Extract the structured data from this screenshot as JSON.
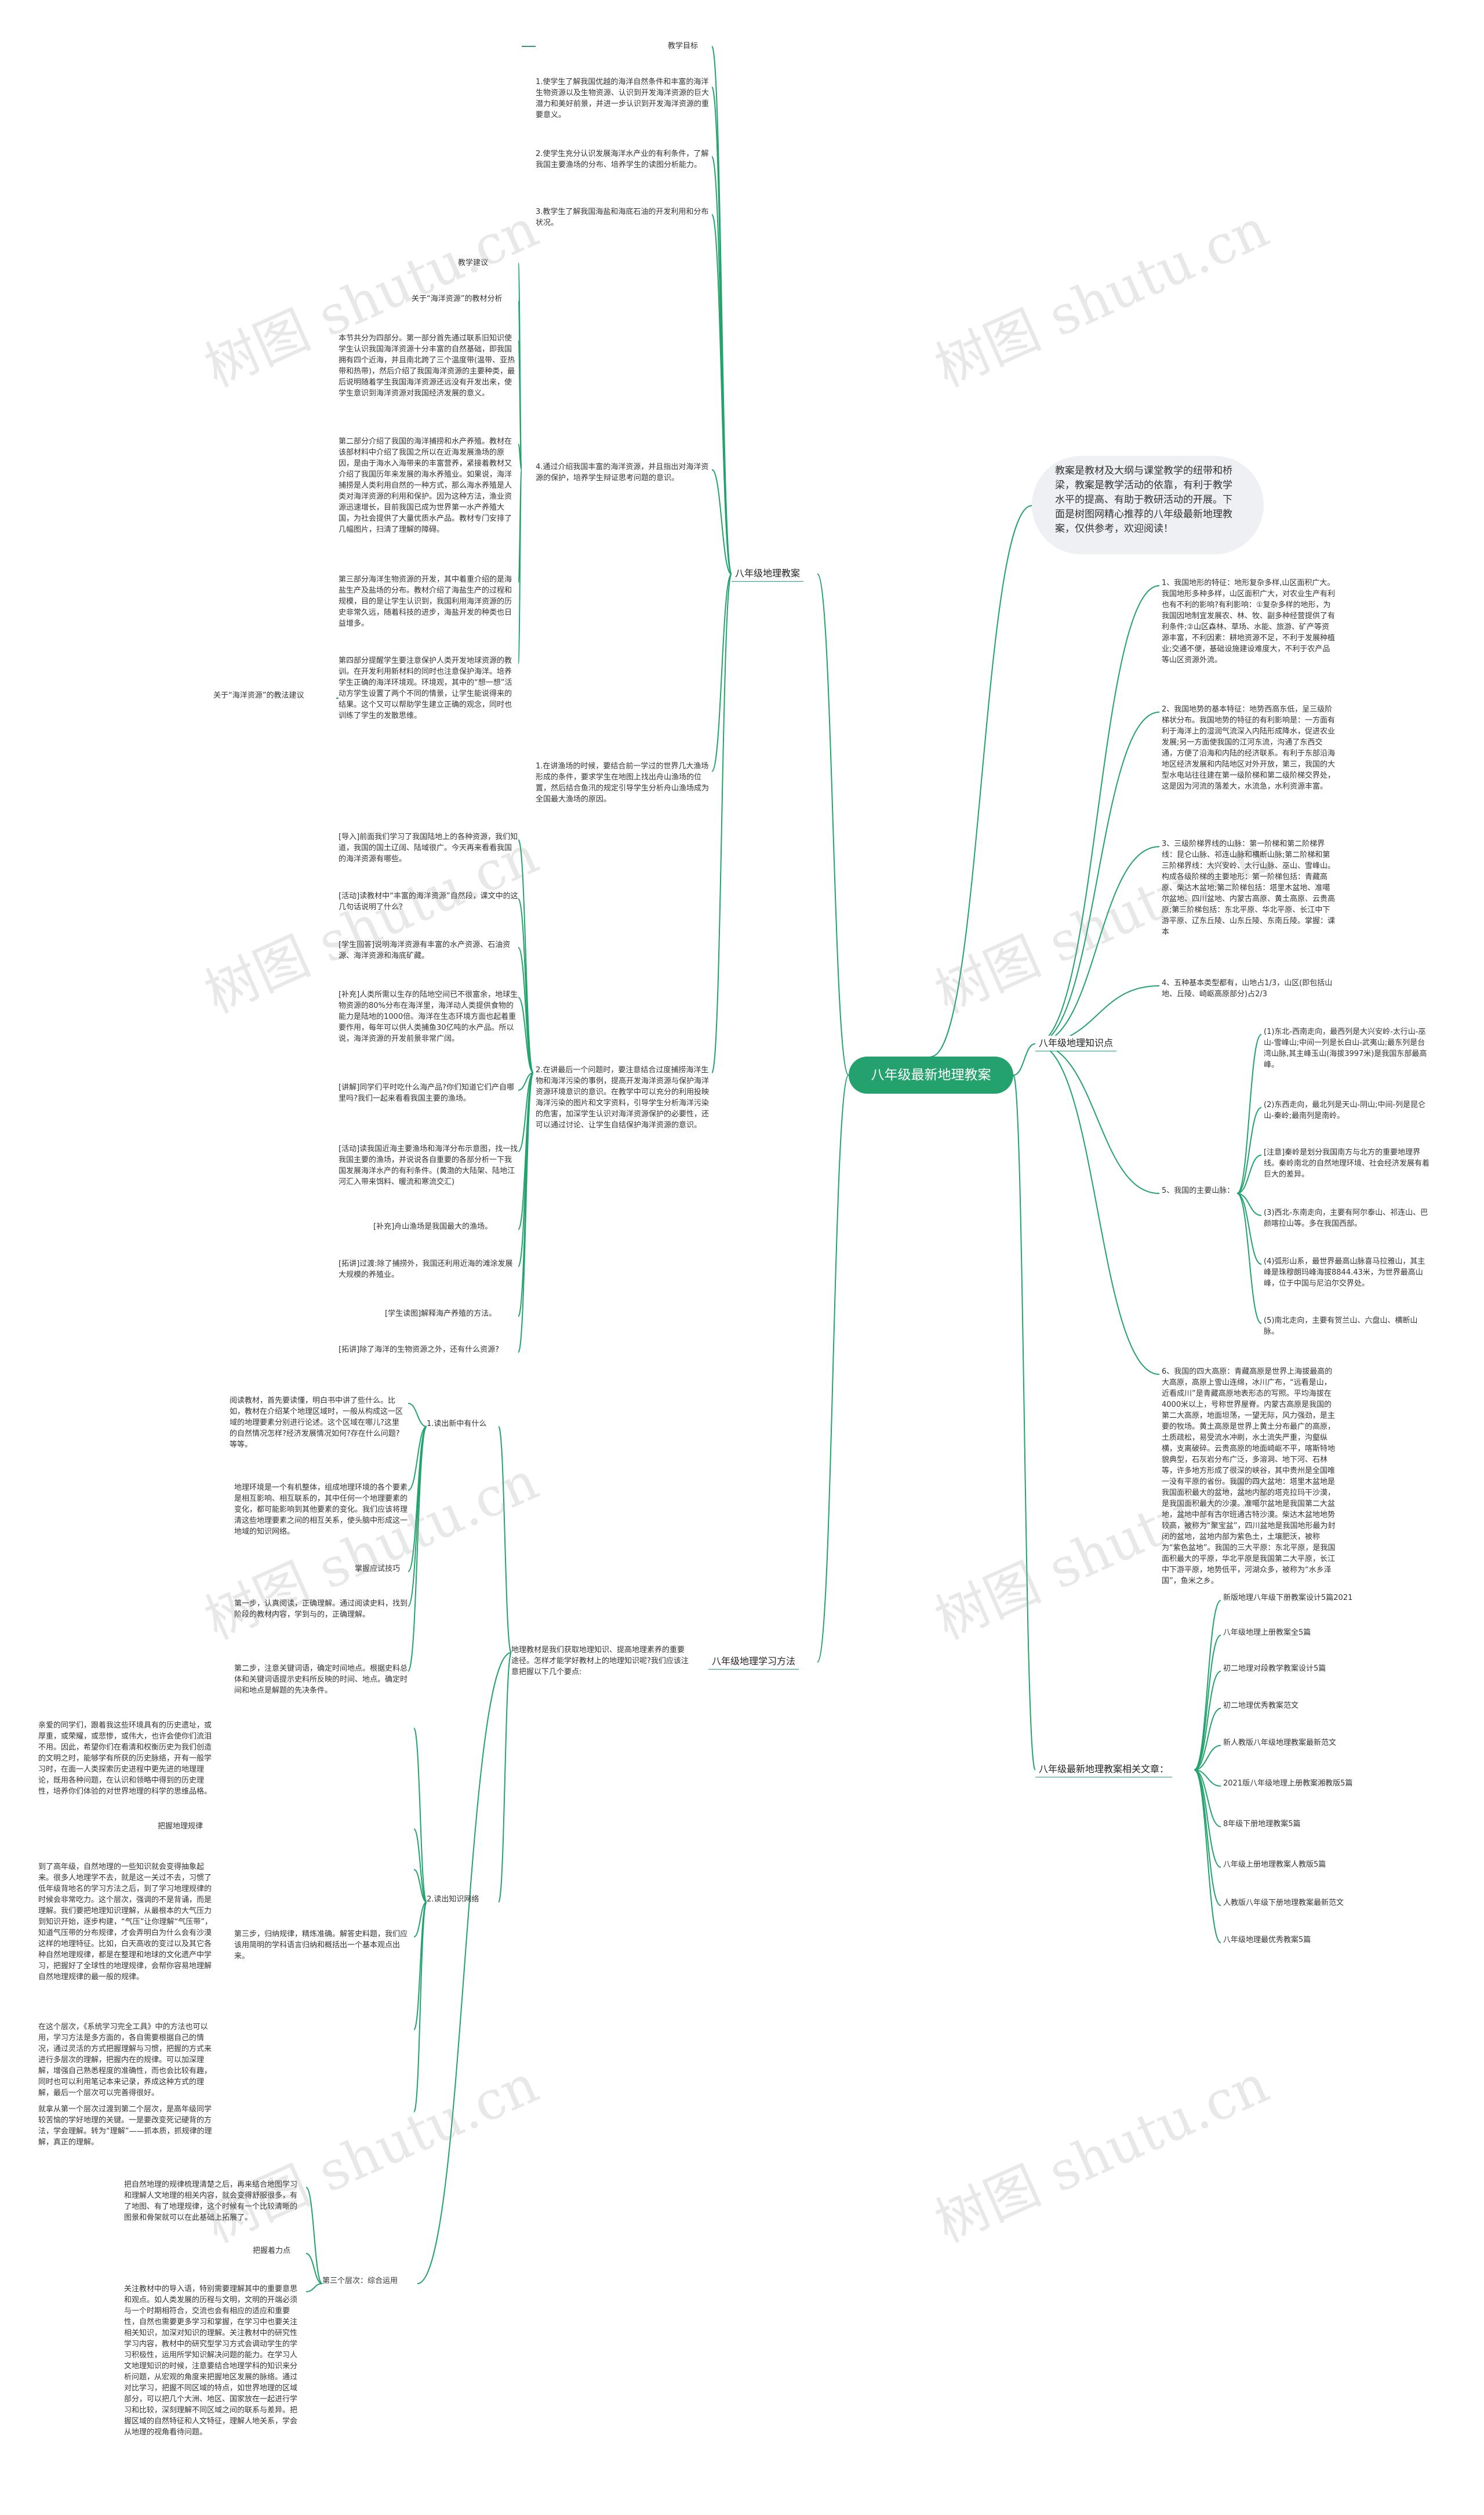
{
  "center": "八年级最新地理教案",
  "intro": "教案是教材及大纲与课堂教学的纽带和桥梁，教案是教学活动的依靠，有利于教学水平的提高、有助于教研活动的开展。下面是树图网精心推荐的八年级最新地理教案，仅供参考，欢迎阅读！",
  "watermark": "树图 shutu.cn",
  "branches": {
    "teach": "八年级地理教案",
    "knowledge": "八年级地理知识点",
    "method": "八年级地理学习方法",
    "related": "八年级最新地理教案相关文章："
  },
  "teach": {
    "goals_label": "教学目标",
    "goal1": "1.使学生了解我国优越的海洋自然条件和丰富的海洋生物资源以及生物资源、认识到开发海洋资源的巨大潜力和美好前景，并进一步认识到开发海洋资源的重要意义。",
    "goal2": "2.使学生充分认识发展海洋水产业的有利条件，了解我国主要渔场的分布、培养学生的读图分析能力。",
    "goal3": "3.教学生了解我国海盐和海底石油的开发利用和分布状况。",
    "suggest_label": "教学建议",
    "analysis_label": "关于“海洋资源”的教材分析",
    "analysis1": "本节共分为四部分。第一部分首先通过联系旧知识使学生认识我国海洋资源十分丰富的自然基础，即我国拥有四个近海，并且南北跨了三个温度带(温带、亚热带和热带)，然后介绍了我国海洋资源的主要种类，最后说明随着学生我国海洋资源还远没有开发出来，使学生意识到海洋资源对我国经济发展的意义。",
    "analysis2": "第二部分介绍了我国的海洋捕捞和水产养殖。教材在该部材料中介绍了我国之所以在近海发展渔场的原因，是由于海水入海带来的丰富营养，紧接着教材又介绍了我国历年来发展的海水养殖业。如果说，海洋捕捞是人类利用自然的一种方式，那么海水养殖是人类对海洋资源的利用和保护。因为这种方法，渔业资源迅速增长，目前我国已成为世界第一水产养殖大国，为社会提供了大量优质水产品。教材专门安排了几幅图片，扫清了理解的障碍。",
    "analysis3": "第三部分海洋生物资源的开发，其中着重介绍的是海盐生产及盐场的分布。教材介绍了海盐生产的过程和规模，目的是让学生认识到，我国利用海洋资源的历史非常久远，随着科技的进步，海盐开发的种类也日益增多。",
    "analysis4": "第四部分提醒学生要注意保护人类开发地球资源的教训。在开发利用新材料的同时也注意保护海洋。培养学生正确的海洋环境观。环境观，其中的“想一想”活动方学生设置了两个不同的情景，让学生能说得来的结果。这个又可以帮助学生建立正确的观念，同时也训练了学生的发散思维。",
    "method_label": "关于“海洋资源”的教法建议",
    "point4": "4.通过介绍我国丰富的海洋资源，并且指出对海洋资源的保护，培养学生辩证思考问题的意识。",
    "hint1": "1.在讲渔场的时候，要结合前一学过的世界几大渔场形成的条件，要求学生在地图上找出舟山渔场的位置，然后结合鱼汛的规定引导学生分析舟山渔场成为全国最大渔场的原因。",
    "dialog1": "[导入]前面我们学习了我国陆地上的各种资源，我们知道，我国的国土辽阔、陆域很广。今天再来看看我国的海洋资源有哪些。",
    "dialog2": "[活动]读教材中“丰富的海洋资源”自然段，课文中的这几句话说明了什么？",
    "dialog3": "[学生回答]说明海洋资源有丰富的水产资源、石油资源、海洋资源和海底矿藏。",
    "dialog4": "[补充]人类所需以生存的陆地空间已不很富余，地球生物资源的80%分布在海洋里，海洋动人类提供食物的能力是陆地的1000倍。海洋在生态环境方面也起着重要作用，每年可以供人类捕鱼30亿吨的水产品。所以说，海洋资源的开发前景非常广阔。",
    "dialog5": "[讲解]同学们平时吃什么海产品?你们知道它们产自哪里吗?我们一起来看看我国主要的渔场。",
    "dialog6": "[活动]读我国近海主要渔场和海洋分布示意图，找一找我国主要的渔场，并说说各自重要的各部分析一下我国发展海洋水产的有利条件。(黄渤的大陆架、陆地江河汇入带来饵料、暖流和寒流交汇)",
    "dialog7": "[补充]舟山渔场是我国最大的渔场。",
    "dialog8": "[拓讲]过渡:除了捕捞外，我国还利用近海的滩涂发展大规模的养殖业。",
    "dialog9": "[学生读图]解释海产养殖的方法。",
    "dialog10": "[拓讲]除了海洋的生物资源之外，还有什么资源?",
    "hint2": "2.在讲最后一个问题时，要注意结合过度捕捞海洋生物和海洋污染的事例，提高开发海洋资源与保护海洋资源环境意识的意识。在教学中可以充分的利用投映海洋污染的图片和文字资料，引导学生分析海洋污染的危害，加深学生认识对海洋资源保护的必要性，还可以通过讨论、让学生自结保护海洋资源的意识。"
  },
  "knowledge": {
    "k1": "1、我国地形的特征：地形复杂多样,山区面积广大。我国地形多种多样，山区面积广大，对农业生产有利也有不利的影响?有利影响：①复杂多样的地形，为我国因地制宜发展农、林、牧、副多种经营提供了有利条件;②山区森林、草场、水能、旅游、矿产等资源丰富，不利因素：耕地资源不足，不利于发展种植业;交通不便，基础设施建设难度大，不利于农产品等山区资源外流。",
    "k2": "2、我国地势的基本特征：地势西高东低，呈三级阶梯状分布。我国地势的特征的有利影响是：一方面有利于海洋上的湿润气流深入内陆形成降水，促进农业发展;另一方面使我国的江河东流，沟通了东西交通，方便了沿海和内陆的经济联系。有利于东部沿海地区经济发展和内陆地区对外开放，第三，我国的大型水电站往往建在第一级阶梯和第二级阶梯交界处，这是因为河流的落差大，水流急，水利资源丰富。",
    "k3": "3、三级阶梯界线的山脉：第一阶梯和第二阶梯界线：昆仑山脉、祁连山脉和横断山脉;第二阶梯和第三阶梯界线：大兴安岭、太行山脉、巫山、雪峰山。构成各级阶梯的主要地形：第一阶梯包括：青藏高原、柴达木盆地;第二阶梯包括：塔里木盆地、准噶尔盆地、四川盆地、内蒙古高原、黄土高原、云贵高原;第三阶梯包括：东北平原、华北平原、长江中下游平原、辽东丘陵、山东丘陵、东南丘陵。掌握：课本",
    "k4": "4、五种基本类型都有，山地占1/3，山区(即包括山地、丘陵、崎岖高原部分)占2/3",
    "k5": "5、我国的主要山脉：",
    "m1": "(1)东北-西南走向，最西列是大兴安岭-太行山-巫山-雪峰山;中间一列是长白山-武夷山;最东列是台湾山脉,其主峰玉山(海拔3997米)是我国东部最高峰。",
    "m2": "(2)东西走向，最北列是天山-阴山;中间-列是昆仑山-秦岭;最南列是南岭。",
    "m3": "[注意]秦岭是划分我国南方与北方的重要地理界线。秦岭南北的自然地理环境、社会经济发展有着巨大的差异。",
    "m4": "(3)西北-东南走向，主要有阿尔泰山、祁连山、巴颜喀拉山等。多在我国西部。",
    "m5": "(4)弧形山系，最世界最高山脉喜马拉雅山，其主峰是珠穆朗玛峰海拔8844.43米，为世界最高山峰，位于中国与尼泊尔交界处。",
    "m6": "(5)南北走向，主要有贺兰山、六盘山、横断山脉。",
    "k6": "6、我国的四大高原：青藏高原是世界上海拔最高的大高原，高原上雪山连绵，冰川广布，“远看是山，近看成川”是青藏高原地表形态的写照。平均海拔在4000米以上，号称世界屋脊。内蒙古高原是我国的第二大高原，地面坦荡，一望无际，风力强劲，是主要的牧场。黄土高原是世界上黄土分布最广的高原，土质疏松，易受流水冲刷，水土流失严重，沟壑纵横，支离破碎。云贵高原的地面崎岖不平，喀斯特地貌典型，石灰岩分布广泛，多溶洞、地下河、石林等，许多地方形成了很深的峡谷，其中贵州是全国唯一没有平原的省份。我国的四大盆地：塔里木盆地是我国面积最大的盆地，盆地内部的塔克拉玛干沙漠，是我国面积最大的沙漠。准噶尔盆地是我国第二大盆地，盆地中部有古尔班通古特沙漠。柴达木盆地地势较高，被称为“聚宝盆”，四川盆地是我国地形最为封闭的盆地，盆地内部为紫色土，土壤肥沃，被称为“紫色盆地”。我国的三大平原：东北平原，是我国面积最大的平原，华北平原是我国第二大平原，长江中下游平原，地势低平，河湖众多，被称为“水乡泽国”，鱼米之乡。"
  },
  "method": {
    "intro": "地理教材是我们获取地理知识、提高地理素养的重要途径。怎样才能学好教材上的地理知识呢?我们应该注意把握以下几个要点:",
    "s1": "1.读出新中有什么",
    "s1a": "阅读教材，首先要读懂，明白书中讲了些什么。比如，教材在介绍某个地理区域时，一般从构成这一区域的地理要素分别进行论述。这个区域在哪儿?这里的自然情况怎样?经济发展情况如何?存在什么问题?等等。",
    "s1b": "地理环境是一个有机整体，组成地理环境的各个要素是相互影响、相互联系的，其中任何一个地理要素的变化，都可能影响到其他要素的变化。我们应该将理清这些地理要素之间的相互关系，使头脑中形成这一地域的知识网络。",
    "s2_label": "掌握应试技巧",
    "s2a": "第一步，认真阅读，正确理解。通过阅读史料，找到阶段的教材内容，学到与的，正确理解。",
    "s2b": "第二步，注意关键词语，确定时间地点。根据史料总体和关键词语提示史料所反映的时间、地点。确定时间和地点是解题的先决条件。",
    "s3": "2.读出知识网络",
    "s3a": "亲爱的同学们，跟着我这些环境具有的历史遗址，或厚重，或荣耀，或悲惨，或伟大，也许会使你们流泪不用。因此，希望你们在看清和权衡历史为我们创造的文明之时，能够学有所获的历史脉络，开有一般学习时，在面一人类探索历史进程中更先进的地理理论，既用各种问题，在认识和领略中得到的历史理性，培养你们体验的对世界地理的科学的思维品格。",
    "s3b_label": "把握地理规律",
    "s3b": "到了高年级，自然地理的一些知识就会变得抽象起来。很多人地理学不去，就是这一关过不去，习惯了低年级背地名的学习方法之后，到了学习地理规律的时候会非常吃力。这个层次，强调的不是背诵，而是理解。我们要把地理知识理解，从最根本的大气压力到知识开始，逐步构建，“气压”让你理解“气压带”，知道气压带的分布规律，才会弄明白为什么会有沙漠这样的地理特征。比如，白天高收的变过以及其它各种自然地理规律，都是在整理和地球的文化遗产中学习，把握好了全球性的地理规律，会帮你容易地理解自然地理规律的最一般的规律。",
    "s3c": "第三步，归纳规律，精炼准确。解答史料题，我们应该用简明的学科语言归纳和概括出一个基本观点出来。",
    "s3d": "在这个层次，《系统学习完全工具》中的方法也可以用，学习方法是多方面的，各自需要根据自己的情况，通过灵活的方式把握理解与习惯，把握的方式来进行多层次的理解，把握内在的规律。可以加深理解，增强自己熟悉程度的准确性，而也会比较有趣，同时也可以利用笔记本来记录，养成这种方式的理解，最后一个层次可以完善得很好。",
    "s3e": "就拿从第一个层次过渡到第二个层次，是高年级同学较苦恼的学好地理的关键。一是要改变死记硬背的方法，学会理解。转为“理解”——抓本质，抓规律的理解，真正的理解。",
    "s4": "第三个层次：综合运用",
    "s4_label": "把握着力点",
    "s4a": "把自然地理的规律梳理清楚之后，再来结合地图学习和理解人文地理的相关内容，就会变得舒服很多，有了地图、有了地理规律，这个时候有一个比较清晰的图景和骨架就可以在此基础上拓展了。",
    "s4b": "关注教材中的导入语，特别需要理解其中的重要意思和观点。如人类发展的历程与文明，文明的开端必须与一个时期相符合，交流也会有相应的适应和重要性，自然也需要更多学习和掌握，在学习中也要关注相关知识，加深对知识的理解。关注教材中的研究性学习内容，教材中的研究型学习方式会调动学生的学习积极性，运用所学知识解决问题的能力。在学习人文地理知识的时候，注意要结合地理学科的知识来分析问题，从宏观的角度来把握地区发展的脉络。通过对比学习，把握不同区域的特点，如世界地理的区域部分，可以把几个大洲、地区、国家放在一起进行学习和比较，深刻理解不同区域之间的联系与差异。把握区域的自然特征和人文特征，理解人地关系，学会从地理的视角看待问题。"
  },
  "related": [
    "新版地理八年级下册教案设计5篇2021",
    "八年级地理上册教案全5篇",
    "初二地理对段教学教案设计5篇",
    "初二地理优秀教案范文",
    "新人教版八年级地理教案最新范文",
    "2021版八年级地理上册教案湘教版5篇",
    "8年级下册地理教案5篇",
    "八年级上册地理教案人教版5篇",
    "人教版八年级下册地理教案最新范文",
    "八年级地理最优秀教案5篇"
  ]
}
